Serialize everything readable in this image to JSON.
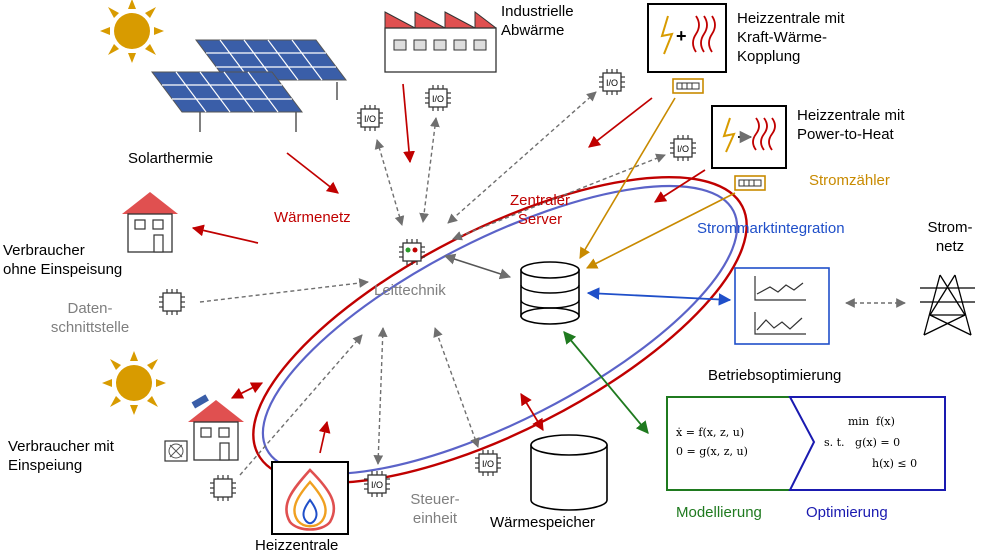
{
  "labels": {
    "industrial": "Industrielle\nAbwärme",
    "chp": "Heizzentrale mit\nKraft-Wärme-\nKopplung",
    "p2h": "Heizzentrale mit\nPower-to-Heat",
    "solar": "Solarthermie",
    "heat_network": "Wärmenetz",
    "server": "Zentraler\nServer",
    "meter": "Stromzähler",
    "market": "Strommarktintegration",
    "grid": "Strom-\nnetz",
    "consumer_no_feed": "Verbraucher\nohne Einspeisung",
    "control_tech": "Leittechnik",
    "data_interface": "Daten-\nschnittstelle",
    "op_opt": "Betriebsoptimierung",
    "consumer_feed": "Verbraucher mit\nEinspeiung",
    "control_unit": "Steuer-\neinheit",
    "storage": "Wärmespeicher",
    "modeling": "Modellierung",
    "optimization": "Optimierung",
    "heating_plant": "Heizzentrale",
    "io": "I/O"
  },
  "equations": {
    "model_line1": "ẋ = f(x, z, u)",
    "model_line2": "0 = g(x, z, u)",
    "opt_line1": "min  f(x)",
    "opt_line2": "s. t.   g(x) = 0",
    "opt_line3": "h(x) ≤ 0"
  },
  "colors": {
    "heat_red": "#c00000",
    "network_blue": "#5b63c8",
    "market_blue": "#1f4fc9",
    "meter_orange": "#c88a00",
    "model_green": "#1f7a1f",
    "opt_navy": "#1a1ab0",
    "signal_gray": "#7f7f7f",
    "sun_gold": "#d89b00",
    "roof_red": "#e05050"
  },
  "icons": [
    "sun-icon",
    "solar-panel-icon",
    "factory-icon",
    "chp-plant-icon",
    "power-to-heat-icon",
    "electricity-meter-icon",
    "house-icon",
    "chip-icon",
    "database-icon",
    "market-chart-icon",
    "power-pylon-icon",
    "storage-tank-icon",
    "flame-icon",
    "fan-unit-icon"
  ]
}
